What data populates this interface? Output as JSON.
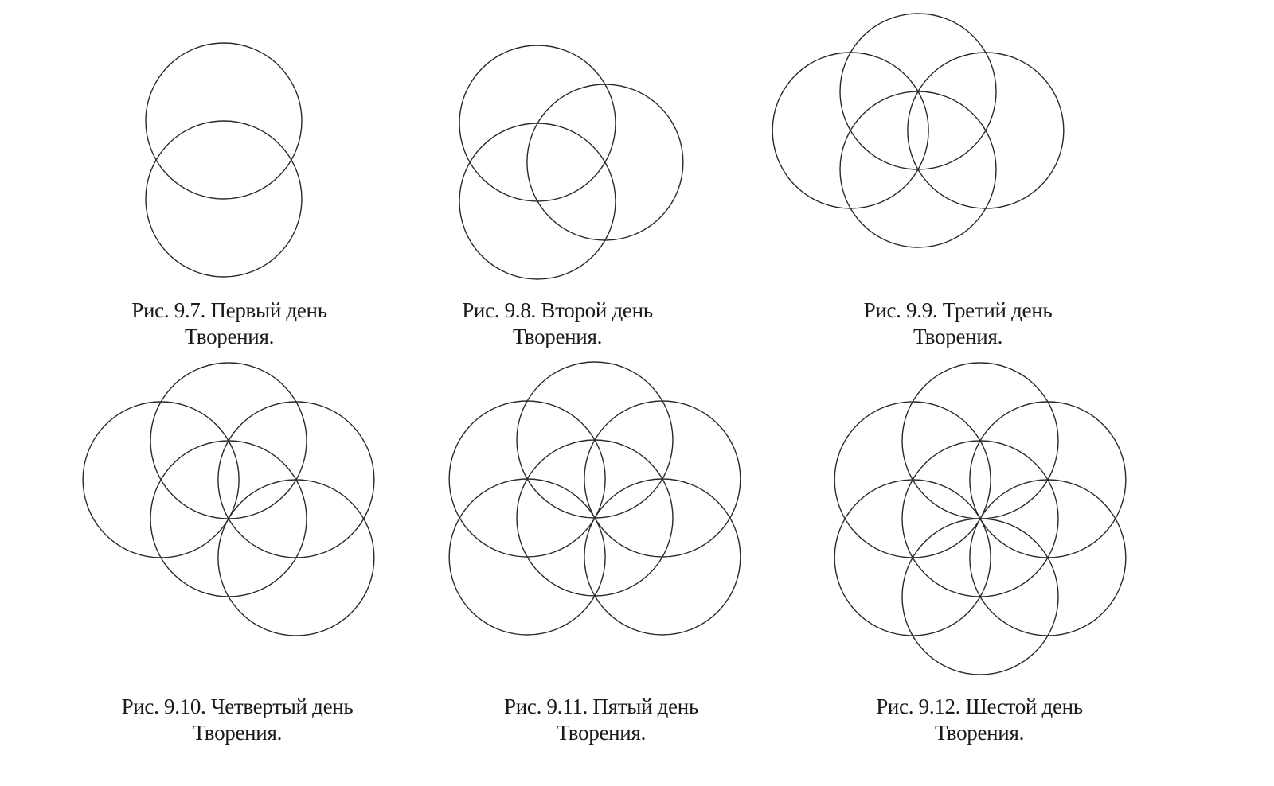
{
  "accent_color": "#2a2a2a",
  "figures": [
    {
      "id": "9.7",
      "caption_line1": "Рис. 9.7. Первый день",
      "caption_line2": "Творения.",
      "circle_count": 2
    },
    {
      "id": "9.8",
      "caption_line1": "Рис. 9.8. Второй день",
      "caption_line2": "Творения.",
      "circle_count": 3
    },
    {
      "id": "9.9",
      "caption_line1": "Рис. 9.9. Третий день",
      "caption_line2": "Творения.",
      "circle_count": 4
    },
    {
      "id": "9.10",
      "caption_line1": "Рис. 9.10. Четвертый день",
      "caption_line2": "Творения.",
      "circle_count": 5
    },
    {
      "id": "9.11",
      "caption_line1": "Рис. 9.11. Пятый день",
      "caption_line2": "Творения.",
      "circle_count": 6
    },
    {
      "id": "9.12",
      "caption_line1": "Рис. 9.12. Шестой день",
      "caption_line2": "Творения.",
      "circle_count": 7
    }
  ]
}
